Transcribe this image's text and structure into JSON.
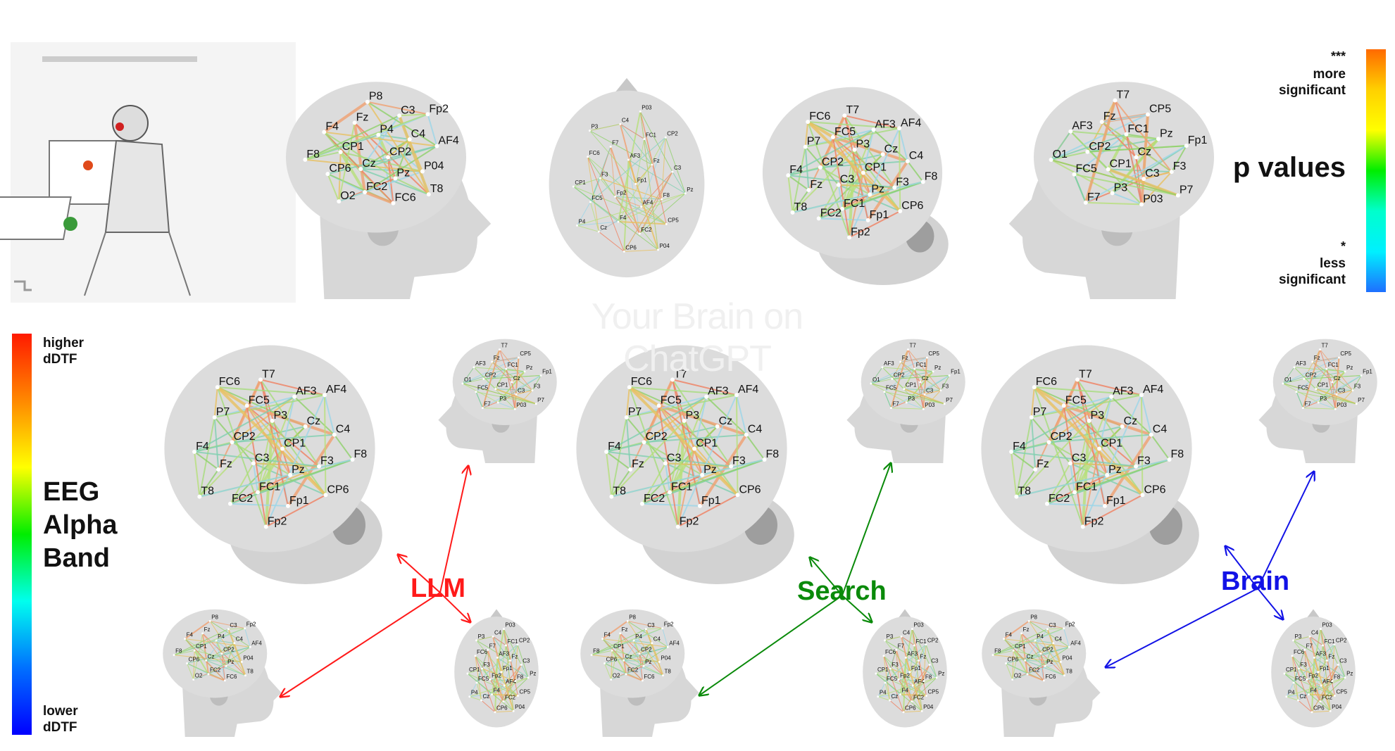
{
  "watermark": "Your Brain on ChatGPT",
  "pvalue_legend": {
    "title": "p values",
    "top_stars": "***",
    "top_label_1": "more",
    "top_label_2": "significant",
    "bottom_stars": "*",
    "bottom_label_1": "less",
    "bottom_label_2": "significant",
    "gradient": [
      "#ff6a00",
      "#ffd000",
      "#ffff00",
      "#00ee00",
      "#00ffcc",
      "#00f0ff",
      "#1e6fff"
    ]
  },
  "dtf_legend": {
    "title_1": "EEG",
    "title_2": "Alpha",
    "title_3": "Band",
    "top_label_1": "higher",
    "top_label_2": "dDTF",
    "bottom_label_1": "lower",
    "bottom_label_2": "dDTF",
    "gradient": [
      "#ff1a00",
      "#ff8800",
      "#ffff00",
      "#00ee00",
      "#00ffee",
      "#0070ff",
      "#0000ff"
    ]
  },
  "conditions": [
    {
      "name": "LLM",
      "color": "#ff1a1a"
    },
    {
      "name": "Search",
      "color": "#0a8a0a"
    },
    {
      "name": "Brain",
      "color": "#1212e6"
    }
  ],
  "connection_colors": [
    "#8fd16a",
    "#b7e07a",
    "#f0a070",
    "#e8c060",
    "#7fcfb0",
    "#9bd6e8",
    "#f08060",
    "#a6dc7c"
  ],
  "electrode_sets": {
    "side_left": [
      "CP2",
      "Cz",
      "P4",
      "Pz",
      "CP1",
      "C4",
      "FC2",
      "Fz",
      "P04",
      "CP6",
      "C3",
      "FC6",
      "F4",
      "AF4",
      "O2",
      "P8",
      "T8",
      "F8",
      "Fp2"
    ],
    "top": [
      "Fp1",
      "Fp2",
      "AF3",
      "AF4",
      "F3",
      "Fz",
      "F4",
      "F7",
      "F8",
      "FC5",
      "FC1",
      "FC2",
      "FC6",
      "C3",
      "Cz",
      "C4",
      "CP5",
      "CP1",
      "CP2",
      "CP6",
      "P3",
      "Pz",
      "P4",
      "P03",
      "P04"
    ],
    "three_quarter": [
      "CP1",
      "C3",
      "P3",
      "Pz",
      "CP2",
      "Cz",
      "FC1",
      "FC5",
      "F3",
      "Fz",
      "AF3",
      "Fp1",
      "P7",
      "C4",
      "FC2",
      "T7",
      "CP6",
      "F4",
      "AF4",
      "Fp2",
      "FC6",
      "F8",
      "T8"
    ],
    "side_right": [
      "Cz",
      "CP1",
      "FC1",
      "C3",
      "CP2",
      "Pz",
      "P3",
      "Fz",
      "F3",
      "FC5",
      "CP5",
      "P03",
      "AF3",
      "Fp1",
      "F7",
      "T7",
      "P7",
      "O1"
    ]
  }
}
